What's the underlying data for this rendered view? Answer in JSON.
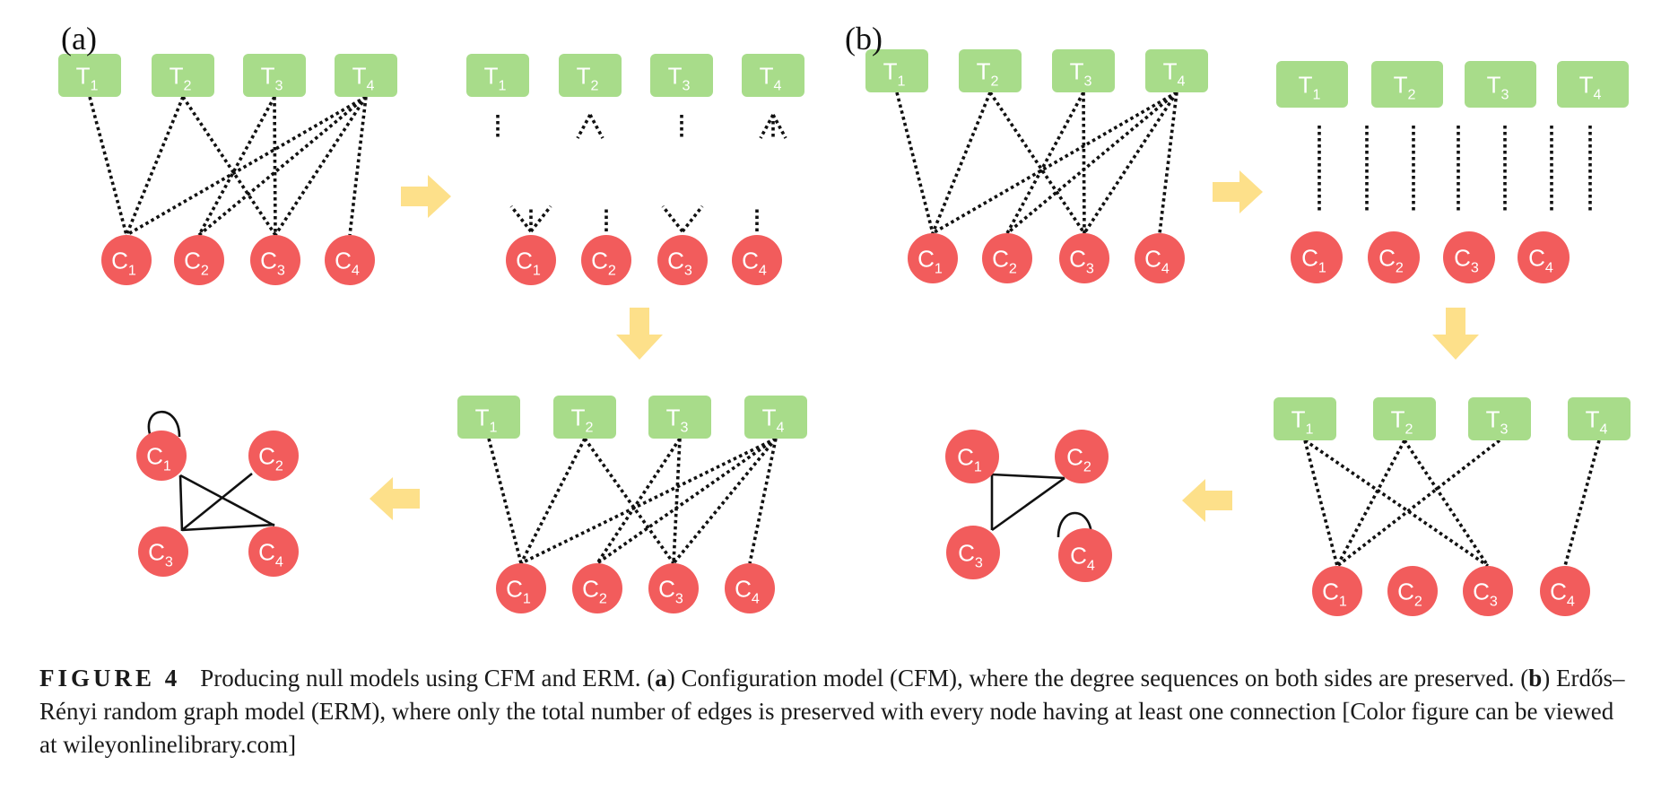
{
  "panel_labels": {
    "a": "(a)",
    "b": "(b)"
  },
  "node_labels": {
    "T": [
      "T",
      "T",
      "T",
      "T"
    ],
    "C": [
      "C",
      "C",
      "C",
      "C"
    ],
    "subscripts": [
      "1",
      "2",
      "3",
      "4"
    ]
  },
  "caption": {
    "figure_label": "FIGURE 4",
    "title": "Producing null models using CFM and ERM. (",
    "a_letter": "a",
    "a_text": ") Configuration model (CFM), where the degree sequences on both sides are preserved. (",
    "b_letter": "b",
    "b_text": ") Erdős–Rényi random graph model (ERM), where only the total number of edges is preserved with every node having at least one connection [Color figure can be viewed at wileyonlinelibrary.com]"
  },
  "colors": {
    "t_node": "#a8dc8a",
    "c_node": "#f25c5c",
    "arrow": "#fde08a",
    "edge": "#111111",
    "node_text": "#ffffff"
  }
}
